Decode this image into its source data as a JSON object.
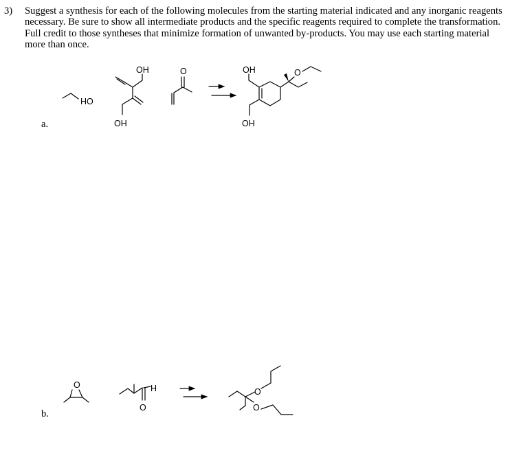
{
  "question": {
    "number": "3)",
    "text": "Suggest a synthesis for each of the following molecules from the starting material indicated and any inorganic reagents necessary. Be sure to show all intermediate products and the specific reagents required to complete the transformation. Full credit to those syntheses that minimize formation of unwanted by-products. You may use each starting material more than once."
  },
  "part_a": {
    "label": "a.",
    "atoms": {
      "oh": "OH",
      "ho": "HO",
      "o": "O"
    }
  },
  "part_b": {
    "label": "b.",
    "atoms": {
      "o": "O",
      "h": "H"
    }
  }
}
